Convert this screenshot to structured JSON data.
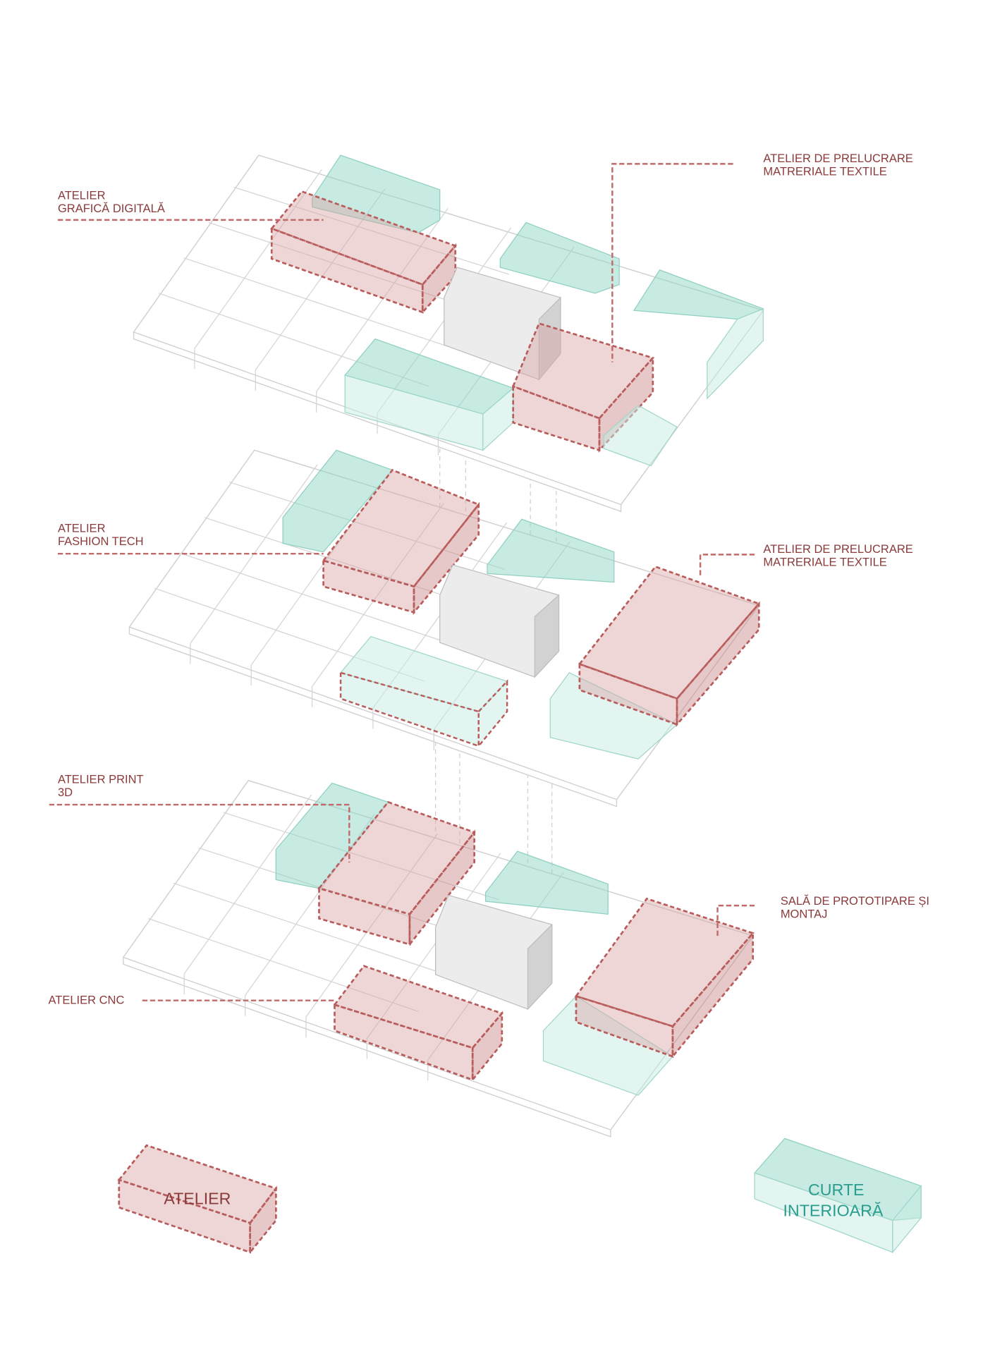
{
  "labels": {
    "grafica": [
      "ATELIER",
      "GRAFICĂ DIGITALĂ"
    ],
    "prelucrare_top": [
      "ATELIER DE PRELUCRARE",
      "MATRERIALE TEXTILE"
    ],
    "fashion": [
      "ATELIER",
      "FASHION TECH"
    ],
    "prelucrare_mid": [
      "ATELIER DE PRELUCRARE",
      "MATRERIALE TEXTILE"
    ],
    "print3d": [
      "ATELIER PRINT",
      "3D"
    ],
    "sala": [
      "SALĂ DE PROTOTIPARE ȘI",
      "MONTAJ"
    ],
    "cnc": [
      "ATELIER CNC"
    ]
  },
  "legend": {
    "atelier": "ATELIER",
    "curte": [
      "CURTE",
      "INTERIOARĂ"
    ]
  },
  "colors": {
    "atelier": "#d9a3a3",
    "curte": "#8fd8c8",
    "label_text": "#8b3a3a",
    "legend_curte_text": "#2a9d8f"
  }
}
